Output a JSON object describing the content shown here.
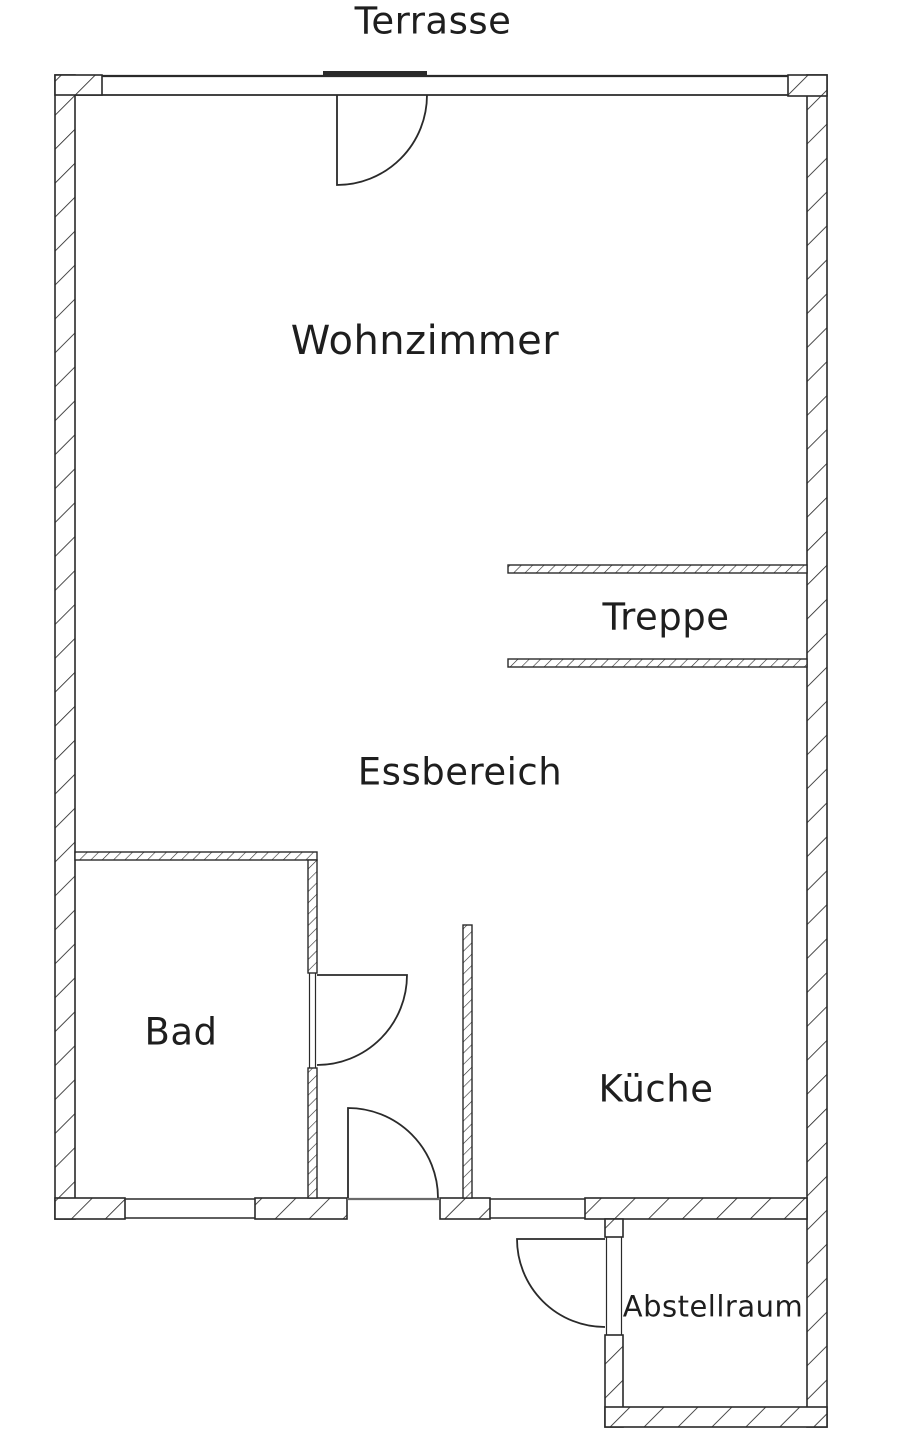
{
  "plan": {
    "areas": [
      {
        "name": "Terrasse"
      },
      {
        "name": "Wohnzimmer"
      },
      {
        "name": "Treppe"
      },
      {
        "name": "Essbereich"
      },
      {
        "name": "Bad"
      },
      {
        "name": "Küche"
      },
      {
        "name": "Abstellraum"
      }
    ],
    "colors": {
      "line": "#2a2a2a",
      "background": "#ffffff"
    }
  }
}
